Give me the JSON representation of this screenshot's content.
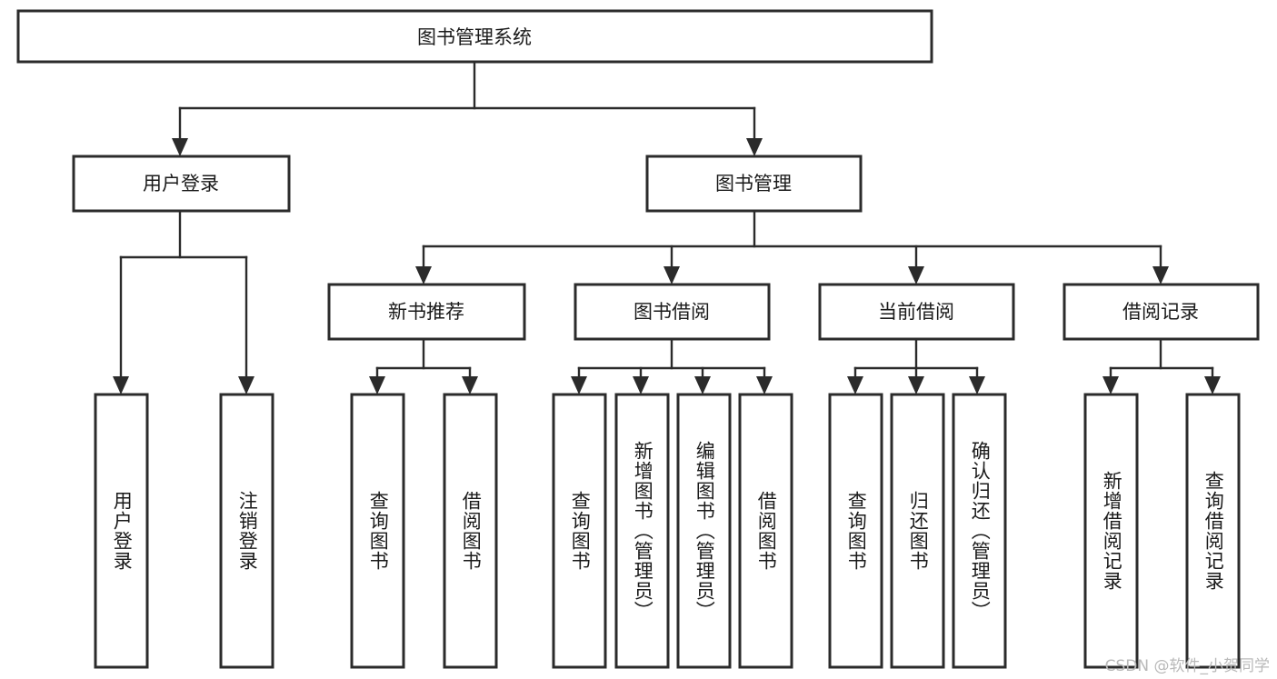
{
  "diagram": {
    "type": "hierarchy-tree",
    "title_node": "图书管理系统",
    "watermark": "CSDN @软件_小贺同学",
    "colors": {
      "background": "#ffffff",
      "stroke": "#2b2b2b",
      "text": "#1a1a1a",
      "watermark": "#b9b9b9"
    },
    "levels": {
      "level0": [
        {
          "id": "root",
          "label": "图书管理系统",
          "orientation": "horizontal"
        }
      ],
      "level1": [
        {
          "id": "user-login",
          "label": "用户登录",
          "orientation": "horizontal"
        },
        {
          "id": "book-manage",
          "label": "图书管理",
          "orientation": "horizontal"
        }
      ],
      "level2": [
        {
          "id": "new-book-rec",
          "label": "新书推荐",
          "orientation": "horizontal"
        },
        {
          "id": "book-borrow",
          "label": "图书借阅",
          "orientation": "horizontal"
        },
        {
          "id": "current-borrow",
          "label": "当前借阅",
          "orientation": "horizontal"
        },
        {
          "id": "borrow-record",
          "label": "借阅记录",
          "orientation": "horizontal"
        }
      ],
      "level3": [
        {
          "id": "leaf-user-login",
          "label": "用户登录",
          "orientation": "vertical",
          "parent": "user-login"
        },
        {
          "id": "leaf-user-logout",
          "label": "注销登录",
          "orientation": "vertical",
          "parent": "user-login"
        },
        {
          "id": "leaf-query-book-1",
          "label": "查询图书",
          "orientation": "vertical",
          "parent": "new-book-rec"
        },
        {
          "id": "leaf-borrow-book-1",
          "label": "借阅图书",
          "orientation": "vertical",
          "parent": "new-book-rec"
        },
        {
          "id": "leaf-query-book-2",
          "label": "查询图书",
          "orientation": "vertical",
          "parent": "book-borrow"
        },
        {
          "id": "leaf-add-book",
          "label": "新增图书（管理员）",
          "orientation": "vertical",
          "parent": "book-borrow"
        },
        {
          "id": "leaf-edit-book",
          "label": "编辑图书（管理员）",
          "orientation": "vertical",
          "parent": "book-borrow"
        },
        {
          "id": "leaf-borrow-book-2",
          "label": "借阅图书",
          "orientation": "vertical",
          "parent": "book-borrow"
        },
        {
          "id": "leaf-query-book-3",
          "label": "查询图书",
          "orientation": "vertical",
          "parent": "current-borrow"
        },
        {
          "id": "leaf-return-book",
          "label": "归还图书",
          "orientation": "vertical",
          "parent": "current-borrow"
        },
        {
          "id": "leaf-confirm-return",
          "label": "确认归还（管理员）",
          "orientation": "vertical",
          "parent": "current-borrow"
        },
        {
          "id": "leaf-add-record",
          "label": "新增借阅记录",
          "orientation": "vertical",
          "parent": "borrow-record"
        },
        {
          "id": "leaf-query-record",
          "label": "查询借阅记录",
          "orientation": "vertical",
          "parent": "borrow-record"
        }
      ]
    }
  }
}
